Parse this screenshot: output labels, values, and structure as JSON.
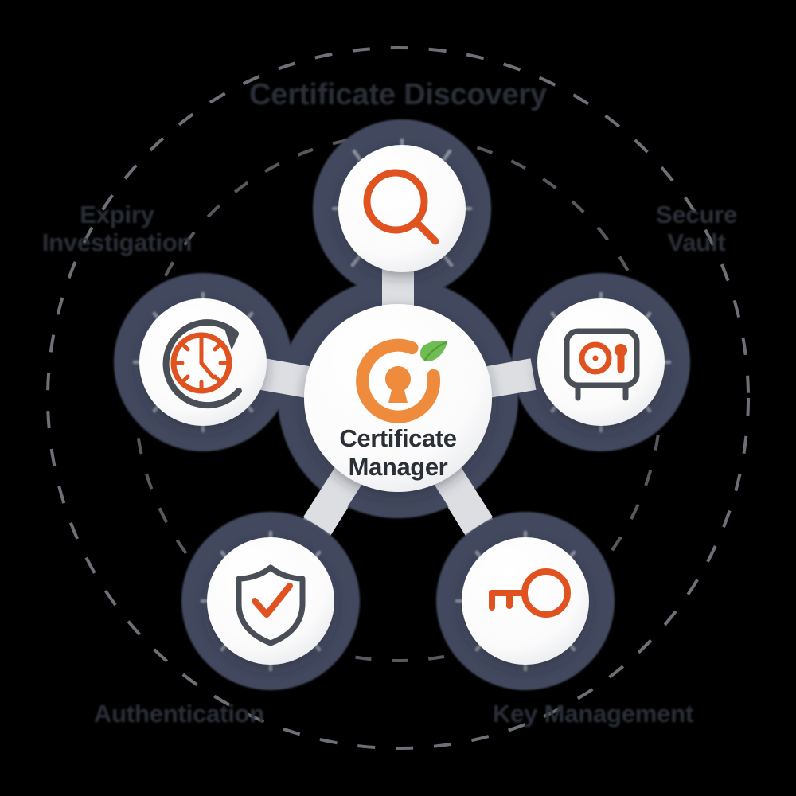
{
  "diagram": {
    "title": "Certificate Manager capability wheel",
    "hub": {
      "line1": "Certificate",
      "line2": "Manager",
      "icon": "certificate-keyhole-leaf-logo"
    },
    "colors": {
      "background": "#000000",
      "accent_orange": "#ea6a2a",
      "icon_orange": "#e0521f",
      "ring_navy": "#434a5e",
      "ring_light": "#dcdee2",
      "node_fill": "#fbfbfc",
      "text_dark": "#2b2f38",
      "leaf_green": "#6fbd52",
      "dash_gray": "#8d9099"
    },
    "nodes": [
      {
        "id": "certificate-discovery",
        "label_line1": "Certificate Discovery",
        "label_line2": "",
        "icon": "magnifier-icon",
        "position": "top"
      },
      {
        "id": "expiry-investigation",
        "label_line1": "Expiry",
        "label_line2": "Investigation",
        "icon": "clock-history-icon",
        "position": "left"
      },
      {
        "id": "secure-vault",
        "label_line1": "Secure",
        "label_line2": "Vault",
        "icon": "safe-vault-icon",
        "position": "right"
      },
      {
        "id": "authentication",
        "label_line1": "Authentication",
        "label_line2": "",
        "icon": "shield-check-icon",
        "position": "bottom-left"
      },
      {
        "id": "key-management",
        "label_line1": "Key Management",
        "label_line2": "",
        "icon": "key-icon",
        "position": "bottom-right"
      }
    ]
  }
}
